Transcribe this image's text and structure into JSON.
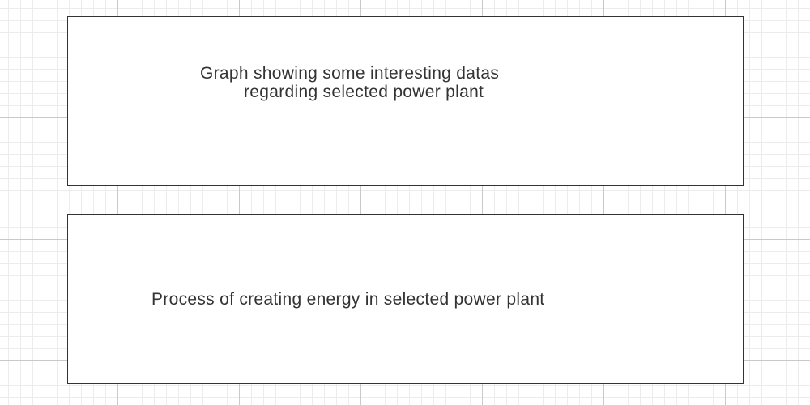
{
  "boxes": {
    "top": {
      "lines": [
        "Graph showing some interesting datas",
        "regarding selected power plant"
      ]
    },
    "bottom": {
      "lines": [
        "Process of creating energy in selected power plant"
      ]
    }
  }
}
